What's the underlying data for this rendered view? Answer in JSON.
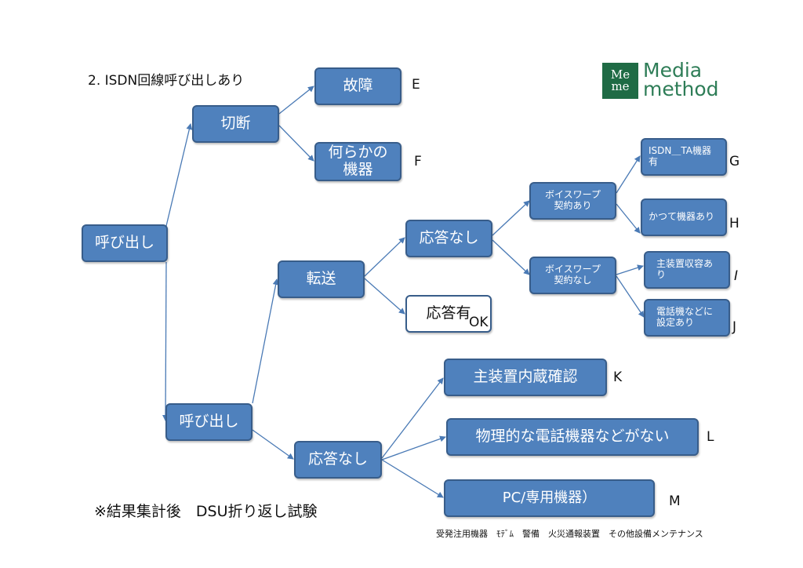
{
  "title": "2. ISDN回線呼び出しあり",
  "logo": {
    "mark_top": "Me",
    "mark_bottom": "me",
    "line1": "Media",
    "line2": "method"
  },
  "nodes": {
    "root": "呼び出し",
    "cut": "切断",
    "fault": "故障",
    "some_device": "何らかの機器",
    "transfer": "転送",
    "no_answer_1": "応答なし",
    "answered": "応答有",
    "voicewarp_yes": "ボイスワープ契約あり",
    "voicewarp_no": "ボイスワープ契約なし",
    "isdn_ta": "ISDN＿TA機器有",
    "formerly_device": "かつて機器あり",
    "main_unit": "主装置収容あり",
    "phone_settings": "電話機などに設定あり",
    "call": "呼び出し",
    "no_answer_2": "応答なし",
    "builtin_check": "主装置内蔵確認",
    "no_physical": "物理的な電話機器などがない",
    "pc_dedicated": "PC/専用機器）"
  },
  "labels": {
    "E": "E",
    "F": "F",
    "G": "G",
    "H": "H",
    "I": "I",
    "J": "J",
    "K": "K",
    "L": "L",
    "M": "M",
    "OK": "OK"
  },
  "footnote": "※結果集計後　DSU折り返し試験",
  "devices_note": "受発注用機器　ﾓﾃﾞﾑ　警備　火災通報装置　その他設備メンテナンス",
  "colors": {
    "node_fill": "#4f81bd",
    "node_border": "#385d8a",
    "arrow": "#4a7ab5",
    "logo": "#1f6b45"
  }
}
